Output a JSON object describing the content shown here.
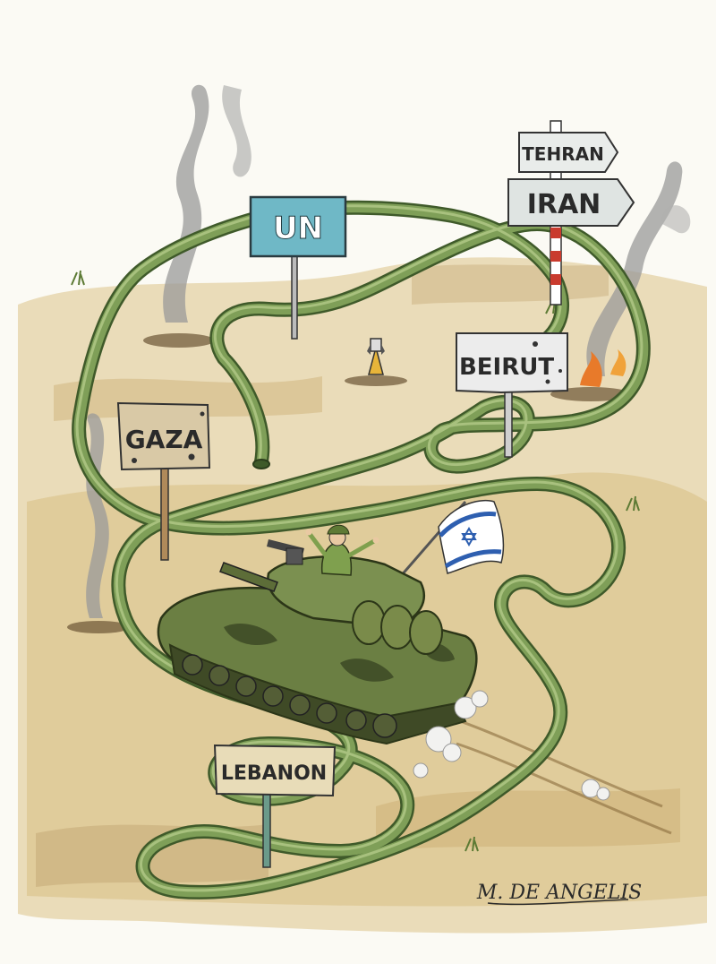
{
  "signs": {
    "un": "UN",
    "tehran": "TEHRAN",
    "iran": "IRAN",
    "beirut": "BEIRUT",
    "gaza": "GAZA",
    "lebanon": "LEBANON"
  },
  "signature": "M. DE ANGELIS",
  "colors": {
    "hose": "#7f9f58",
    "hose_dark": "#3f5a2a",
    "hose_light": "#b9d08e",
    "sand": "#dcc89a",
    "sand_dark": "#b89a62",
    "un_sign": "#6fb8c6",
    "tank": "#6b7f43",
    "flag_blue": "#2e5fb0",
    "paper": "#fbfaf4"
  },
  "icons": {
    "flag": "star-of-david-flag-icon",
    "tank": "tank-icon",
    "rocket": "rocket-icon",
    "smoke": "smoke-plume-icon"
  }
}
